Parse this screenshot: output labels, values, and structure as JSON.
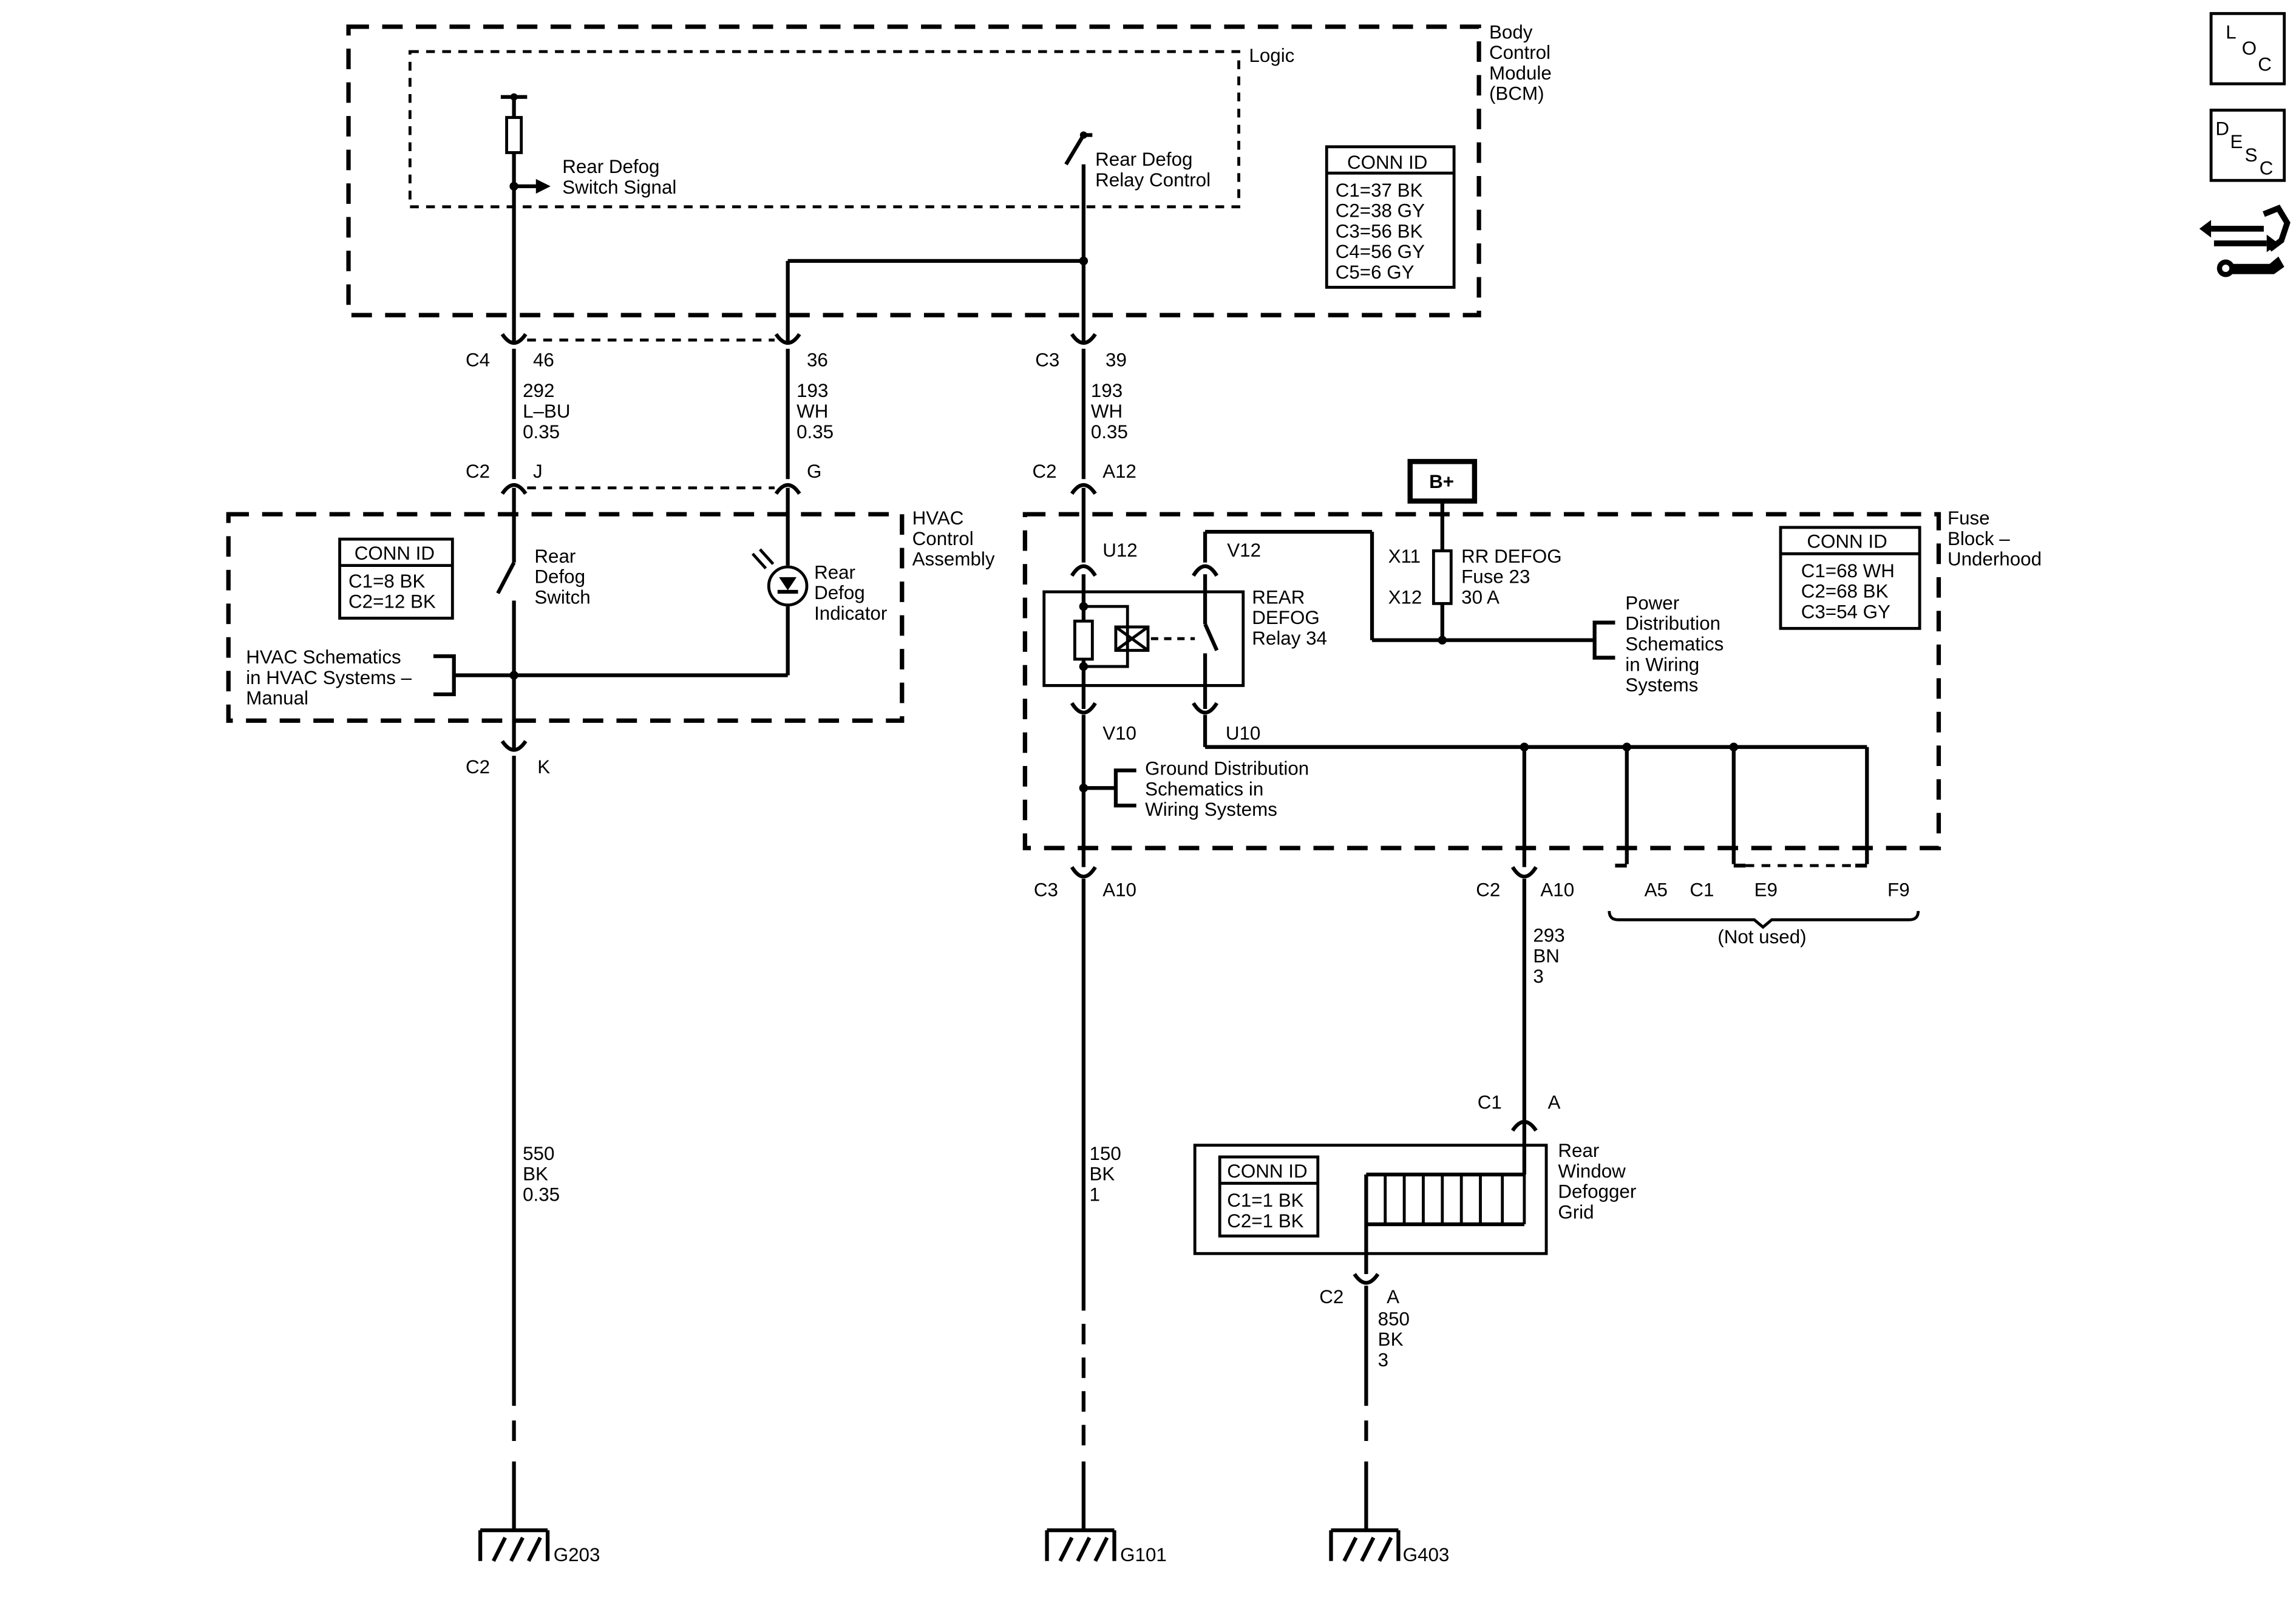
{
  "modules": {
    "bcm": [
      "Body",
      "Control",
      "Module",
      "(BCM)"
    ],
    "logic": "Logic",
    "hvac": [
      "HVAC",
      "Control",
      "Assembly"
    ],
    "fuse_block": [
      "Fuse",
      "Block –",
      "Underhood"
    ]
  },
  "bcm_signals": {
    "switch_signal": [
      "Rear Defog",
      "Switch Signal"
    ],
    "relay_control": [
      "Rear Defog",
      "Relay Control"
    ]
  },
  "conn_tables": {
    "bcm": {
      "title": "CONN ID",
      "rows": [
        "C1=37 BK",
        "C2=38 GY",
        "C3=56 BK",
        "C4=56 GY",
        "C5=6 GY"
      ]
    },
    "hvac": {
      "title": "CONN ID",
      "rows": [
        "C1=8 BK",
        "C2=12 BK"
      ]
    },
    "fuse_block": {
      "title": "CONN ID",
      "rows": [
        "C1=68 WH",
        "C2=68 BK",
        "C3=54 GY"
      ]
    },
    "grid": {
      "title": "CONN ID",
      "rows": [
        "C1=1 BK",
        "C2=1 BK"
      ]
    }
  },
  "connectors": {
    "c4": "C4",
    "c4_46": "46",
    "c4_36": "36",
    "c3": "C3",
    "c3_39": "39",
    "c2_j": "C2",
    "j": "J",
    "g": "G",
    "c2_a12": "C2",
    "a12": "A12",
    "c2_k": "C2",
    "k": "K",
    "u12": "U12",
    "v12": "V12",
    "v10": "V10",
    "u10": "U10",
    "x11": "X11",
    "x12": "X12",
    "c3_a10": "C3",
    "a10_left": "A10",
    "c2_a10": "C2",
    "a10_right": "A10",
    "a5": "A5",
    "c1_mid": "C1",
    "e9": "E9",
    "f9": "F9",
    "not_used": "(Not used)",
    "c1_a": "C1",
    "a_top": "A",
    "c2_a": "C2",
    "a_bottom": "A"
  },
  "wires": {
    "w292": [
      "292",
      "L–BU",
      "0.35"
    ],
    "w193a": [
      "193",
      "WH",
      "0.35"
    ],
    "w193b": [
      "193",
      "WH",
      "0.35"
    ],
    "w550": [
      "550",
      "BK",
      "0.35"
    ],
    "w150": [
      "150",
      "BK",
      "1"
    ],
    "w293": [
      "293",
      "BN",
      "3"
    ],
    "w850": [
      "850",
      "BK",
      "3"
    ]
  },
  "components": {
    "switch": [
      "Rear",
      "Defog",
      "Switch"
    ],
    "indicator": [
      "Rear",
      "Defog",
      "Indicator"
    ],
    "hvac_ref": [
      "HVAC Schematics",
      "in HVAC Systems –",
      "Manual"
    ],
    "relay": [
      "REAR",
      "DEFOG",
      "Relay 34"
    ],
    "fuse": [
      "RR DEFOG",
      "Fuse 23",
      "30 A"
    ],
    "bplus": "B+",
    "power_ref": [
      "Power",
      "Distribution",
      "Schematics",
      "in Wiring",
      "Systems"
    ],
    "ground_ref": [
      "Ground Distribution",
      "Schematics in",
      "Wiring Systems"
    ],
    "grid": [
      "Rear",
      "Window",
      "Defogger",
      "Grid"
    ]
  },
  "grounds": {
    "g203": "G203",
    "g101": "G101",
    "g403": "G403"
  },
  "nav": {
    "loc": [
      "L",
      "O",
      "C"
    ],
    "desc": [
      "D",
      "E",
      "S",
      "C"
    ]
  }
}
